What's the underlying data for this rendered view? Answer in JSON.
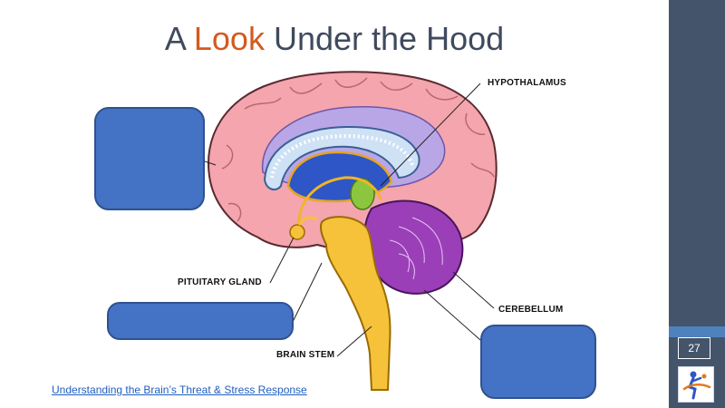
{
  "slide": {
    "title_part1": "A ",
    "title_accent": "Look",
    "title_part2": " Under the Hood",
    "page_number": "27",
    "link_text": "Understanding the Brain’s Threat & Stress Response"
  },
  "labels": {
    "hypothalamus": "HYPOTHALAMUS",
    "pituitary": "PITUITARY GLAND",
    "cerebellum": "CEREBELLUM",
    "brain_stem": "BRAIN STEM"
  },
  "colors": {
    "title": "#3f4a5e",
    "accent": "#d45a1e",
    "sidebar": "#44546a",
    "placeholder_box": "#4472c4",
    "link": "#1f5fbf"
  },
  "icons": {
    "logo": "person-running-logo-icon"
  }
}
